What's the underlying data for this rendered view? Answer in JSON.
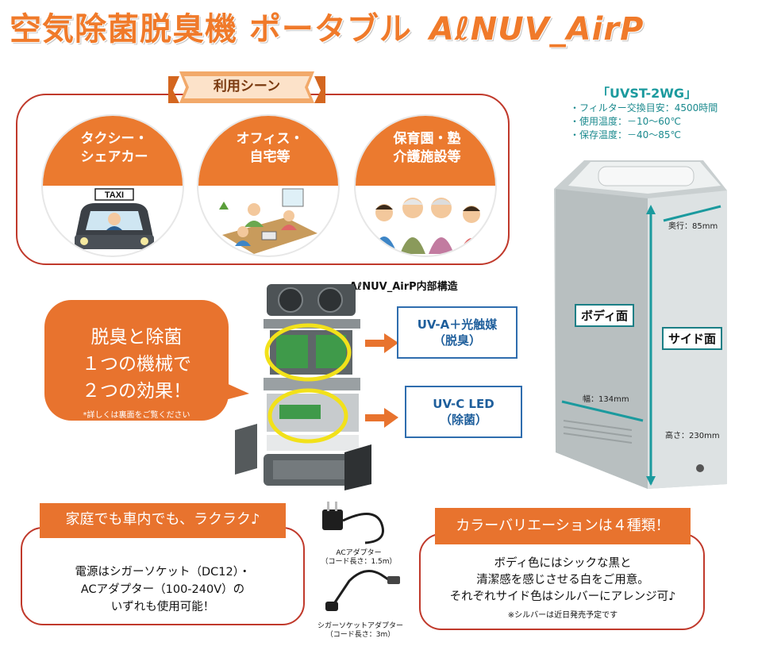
{
  "header": {
    "title_main": "空気除菌脱臭機 ポータブル",
    "title_product": "AℓNUV_AirP"
  },
  "scenes": {
    "banner": "利用シーン",
    "items": [
      {
        "label": "タクシー・\nシェアカー",
        "taxi_sign": "TAXI"
      },
      {
        "label": "オフィス・\n自宅等"
      },
      {
        "label": "保育園・塾\n介護施設等"
      }
    ]
  },
  "spec": {
    "model": "「UVST-2WG」",
    "lines": [
      "・フィルター交換目安：4500時間",
      "・使用温度：－10～60℃",
      "・保存温度：－40～85℃"
    ]
  },
  "device": {
    "body_label": "ボディ面",
    "side_label": "サイド面",
    "depth": "奥行：85mm",
    "width": "幅：134mm",
    "height": "高さ：230mm"
  },
  "middle": {
    "speech_main": "脱臭と除菌\n１つの機械で\n２つの効果！",
    "speech_note": "*詳しくは裏面をご覧ください",
    "internal_title": "AℓNUV_AirP内部構造",
    "uva": "UV-A＋光触媒\n（脱臭）",
    "uvc": "UV-C LED\n（除菌）"
  },
  "power": {
    "head": "家庭でも車内でも、ラクラク♪",
    "body": "電源はシガーソケット（DC12）・\nACアダプター（100-240V）の\nいずれも使用可能！",
    "ac_note": "ACアダプター\n（コード長さ：1.5m）",
    "cig_note": "シガーソケットアダプター\n（コード長さ：3m）"
  },
  "color": {
    "head": "カラーバリエーションは４種類！",
    "body": "ボディ色にはシックな黒と\n清潔感を感じさせる白をご用意。\nそれぞれサイド色はシルバーにアレンジ可♪",
    "note": "※シルバーは近日発売予定です"
  },
  "palette": {
    "accent": "#E8732E",
    "frame": "#C0392B",
    "teal": "#1B9A9E",
    "blue": "#2F6DAE"
  }
}
